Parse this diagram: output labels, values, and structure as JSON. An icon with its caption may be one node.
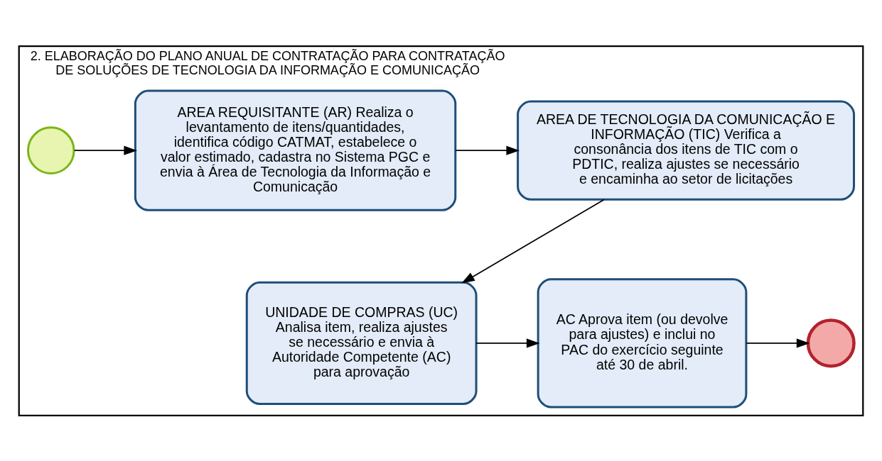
{
  "diagram": {
    "nodes": [
      {
        "text": [
          "2. ELABORAÇÃO DO PLANO ANUAL DE CONTRATAÇÃO PARA CONTRATAÇÃO DE SOLUÇÕES DE TECNOLOGIA DA INFORMAÇÃO E COMUNICAÇÃO"
        ]
      },
      {
        "text": [],
        "shape": "circle",
        "in": 0
      },
      {
        "text": [
          "AREA REQUISITANTE (AR) Realiza o levantamento de itens/quantidades, identifica código CATMAT, estabelece o valor estimado, cadastra no Sistema PGC e envia à Área de Tecnologia da Informação e Comunicação"
        ],
        "in": 0
      },
      {
        "text": [
          "AREA DE TECNOLOGIA DA COMUNICAÇÃO E INFORMAÇÃO (TIC) Verifica a consonância dos itens de TIC com o PDTIC, realiza ajustes se necessário e encaminha ao setor de licitações"
        ],
        "in": 0
      },
      {
        "text": [
          "UNIDADE DE COMPRAS (UC) Analisa item, realiza ajustes se necessário e envia à Autoridade Competente (AC) para aprovação"
        ],
        "in": 0
      },
      {
        "text": [
          "AC Aprova item (ou devolve para ajustes) e inclui no PAC do exercício seguinte até 30 de abril."
        ],
        "in": 0
      },
      {
        "text": [],
        "shape": "circle",
        "in": 0
      }
    ],
    "edges": [
      {
        "from": 1,
        "to": 2,
        "arrow": "to"
      },
      {
        "from": 2,
        "to": 3,
        "arrow": "to"
      },
      {
        "from": 3,
        "to": 4,
        "arrow": "to"
      },
      {
        "from": 4,
        "to": 5,
        "arrow": "to"
      },
      {
        "from": 5,
        "to": 6,
        "arrow": "to"
      }
    ]
  }
}
